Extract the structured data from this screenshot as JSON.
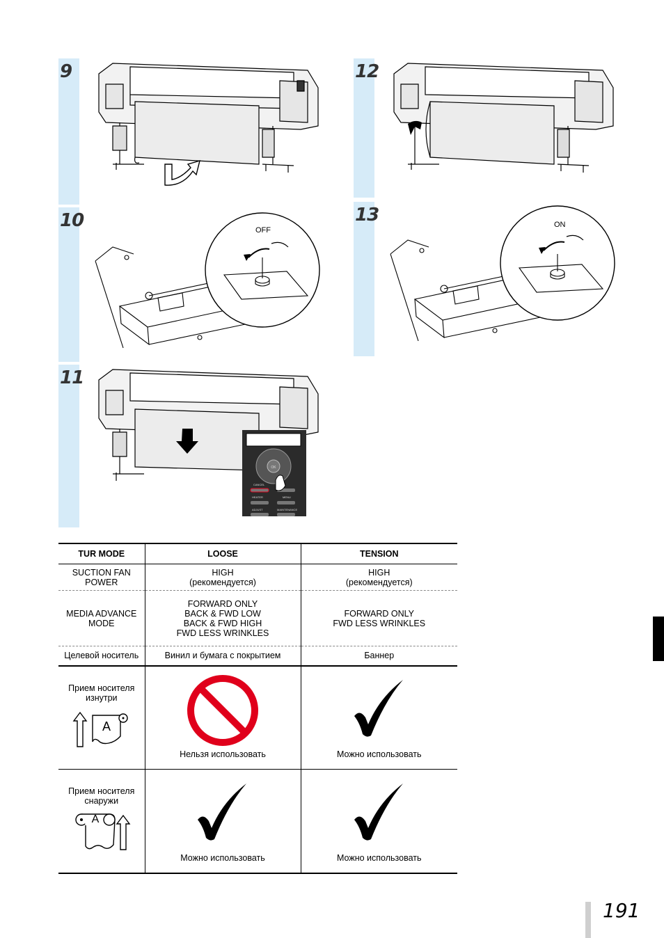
{
  "steps": [
    {
      "num": "9"
    },
    {
      "num": "10",
      "callout": "OFF"
    },
    {
      "num": "11"
    },
    {
      "num": "12"
    },
    {
      "num": "13",
      "callout": "ON"
    }
  ],
  "panel": {
    "cancel": "CANCEL",
    "heater": "HEATER",
    "menu": "MENU",
    "adjust": "ADJUST",
    "maintenance": "MAINTENANCE",
    "ok": "OK"
  },
  "table": {
    "headers": [
      "TUR MODE",
      "LOOSE",
      "TENSION"
    ],
    "rows": [
      {
        "label": [
          "SUCTION FAN",
          "POWER"
        ],
        "loose": [
          "HIGH",
          "(рекомендуется)"
        ],
        "tension": [
          "HIGH",
          "(рекомендуется)"
        ]
      },
      {
        "label": [
          "MEDIA ADVANCE",
          "MODE"
        ],
        "loose": [
          "FORWARD ONLY",
          "BACK & FWD LOW",
          "BACK & FWD HIGH",
          "FWD LESS WRINKLES"
        ],
        "tension": [
          "FORWARD ONLY",
          "FWD LESS WRINKLES"
        ]
      },
      {
        "label": [
          "Целевой носитель"
        ],
        "loose": [
          "Винил и бумага с покрытием"
        ],
        "tension": [
          "Баннер"
        ]
      }
    ],
    "usage": [
      {
        "label": [
          "Прием носителя",
          "изнутри"
        ],
        "icon_letter": "A",
        "loose": {
          "icon": "prohibited-icon",
          "text": "Нельзя использовать"
        },
        "tension": {
          "icon": "checkmark-icon",
          "text": "Можно использовать"
        }
      },
      {
        "label": [
          "Прием носителя",
          "снаружи"
        ],
        "icon_letter": "A",
        "loose": {
          "icon": "checkmark-icon",
          "text": "Можно использовать"
        },
        "tension": {
          "icon": "checkmark-icon",
          "text": "Можно использовать"
        }
      }
    ]
  },
  "page_number": "191",
  "colors": {
    "step_bar": "#d6ebf8",
    "prohibited": "#e0001b"
  }
}
